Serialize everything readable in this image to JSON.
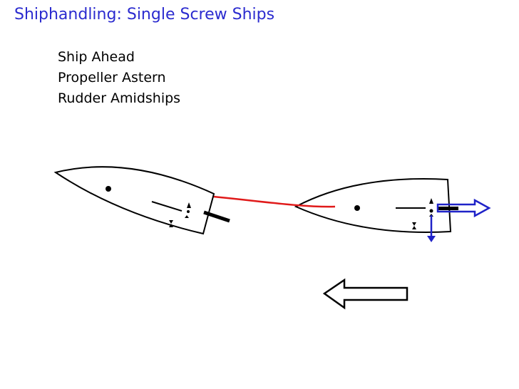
{
  "slide": {
    "title": "Shiphandling:  Single Screw Ships",
    "conditions": [
      "Ship Ahead",
      "Propeller Astern",
      "Rudder Amidships"
    ]
  },
  "colors": {
    "title": "#2b2bcf",
    "track": "#e01a1a",
    "thrust_arrow": "#1f22c8",
    "outline": "#000000"
  },
  "icons": {
    "hull": "ship-hull-outline",
    "pivot": "pivot-point-dot",
    "rudder": "rudder-bar",
    "propeller": "propeller-symbol",
    "track": "ship-track-curve",
    "thrust": "propeller-thrust-arrow",
    "side_force": "transverse-force-arrow",
    "motion": "ship-motion-arrow"
  }
}
